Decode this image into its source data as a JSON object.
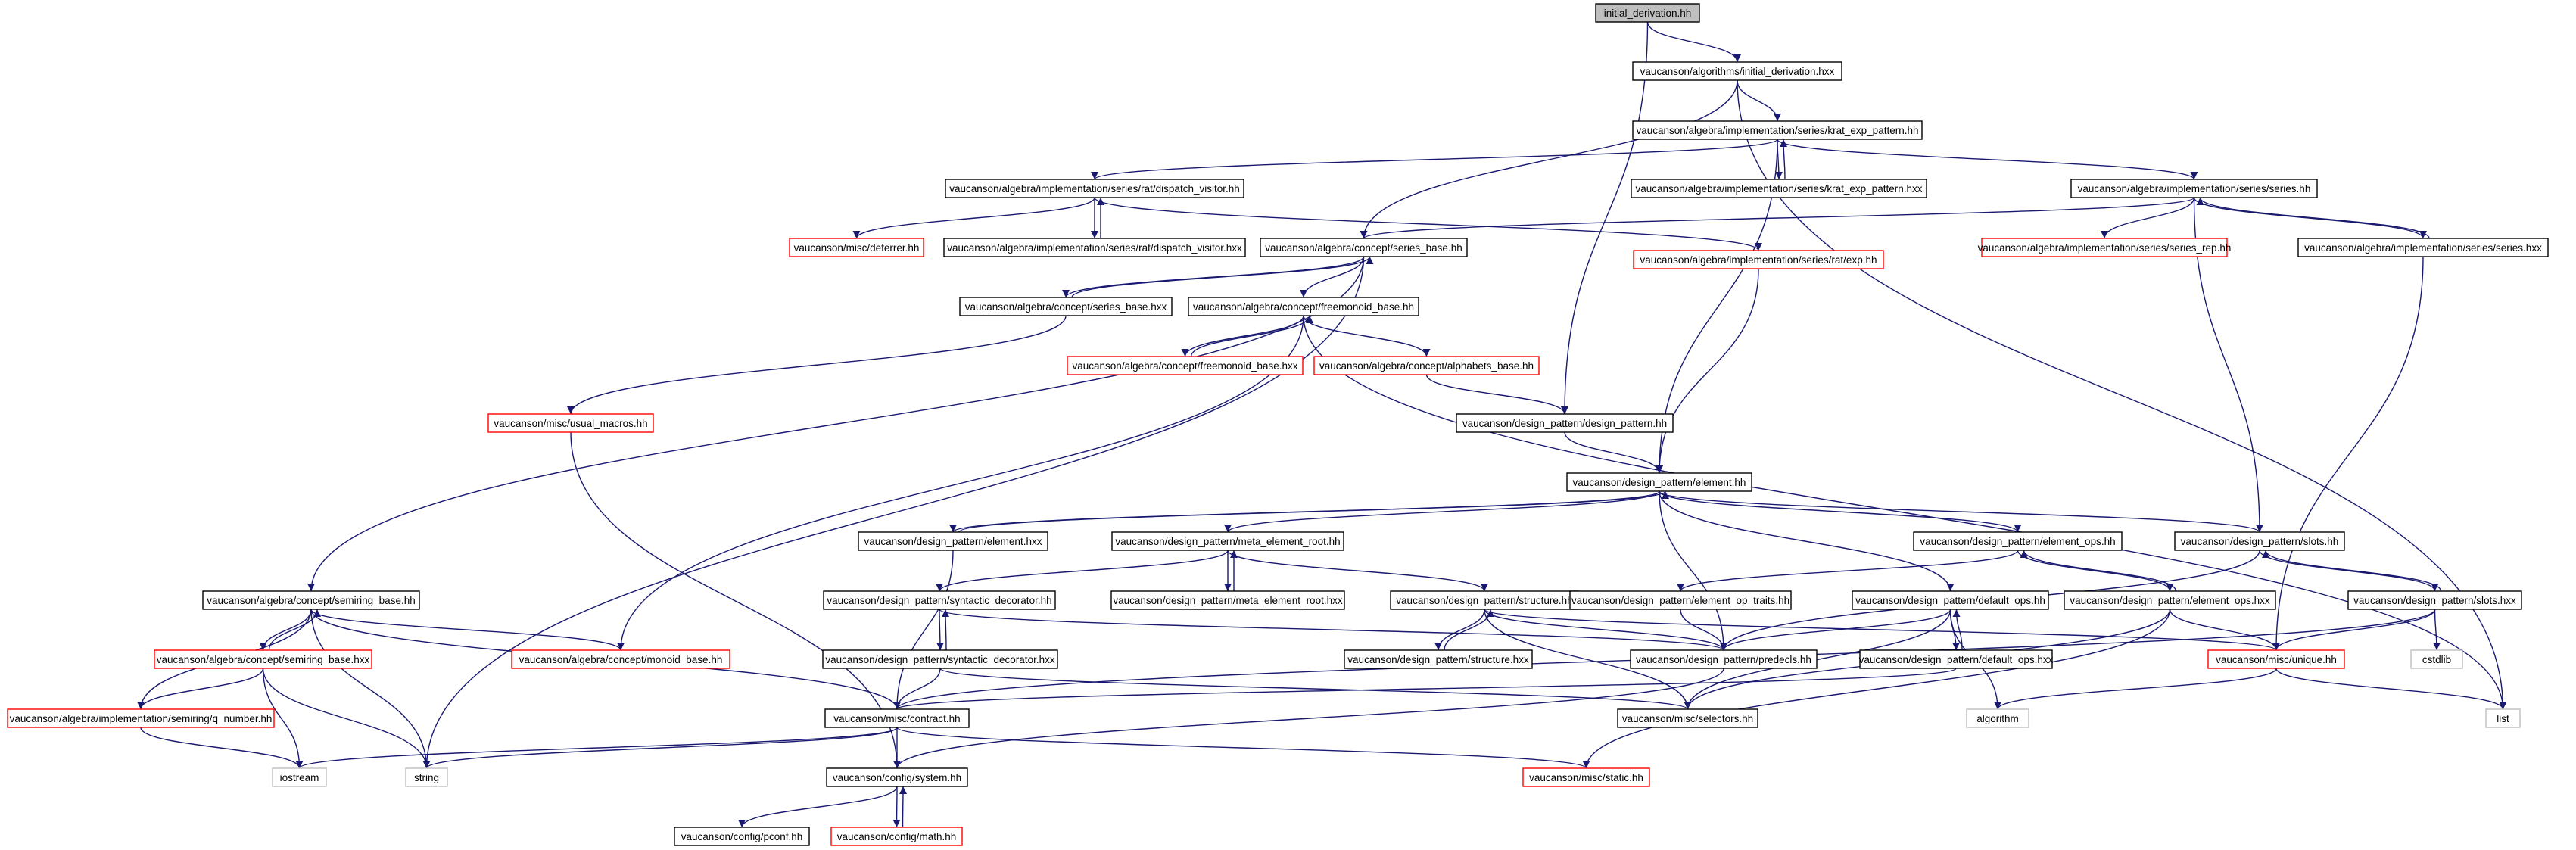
{
  "colors": {
    "edge": "#191970",
    "box_black": "#000000",
    "box_red": "#ff0000",
    "box_gray": "#bfbfbf",
    "root_fill": "#bfbfbf"
  },
  "nodes": [
    {
      "id": "root",
      "label": "initial_derivation.hh",
      "style": "root"
    },
    {
      "id": "alg_id_hxx",
      "label": "vaucanson/algorithms/initial_derivation.hxx",
      "style": "black"
    },
    {
      "id": "krat_hh",
      "label": "vaucanson/algebra/implementation/series/krat_exp_pattern.hh",
      "style": "black"
    },
    {
      "id": "krat_hxx",
      "label": "vaucanson/algebra/implementation/series/krat_exp_pattern.hxx",
      "style": "black"
    },
    {
      "id": "dispatch_hh",
      "label": "vaucanson/algebra/implementation/series/rat/dispatch_visitor.hh",
      "style": "black"
    },
    {
      "id": "series_impl_hh",
      "label": "vaucanson/algebra/implementation/series/series.hh",
      "style": "black"
    },
    {
      "id": "deferrer",
      "label": "vaucanson/misc/deferrer.hh",
      "style": "red"
    },
    {
      "id": "dispatch_hxx",
      "label": "vaucanson/algebra/implementation/series/rat/dispatch_visitor.hxx",
      "style": "black"
    },
    {
      "id": "series_base_hh",
      "label": "vaucanson/algebra/concept/series_base.hh",
      "style": "black"
    },
    {
      "id": "series_rep",
      "label": "vaucanson/algebra/implementation/series/series_rep.hh",
      "style": "red"
    },
    {
      "id": "series_impl_hxx",
      "label": "vaucanson/algebra/implementation/series/series.hxx",
      "style": "black"
    },
    {
      "id": "series_base_hxx",
      "label": "vaucanson/algebra/concept/series_base.hxx",
      "style": "black"
    },
    {
      "id": "freemonoid_hh",
      "label": "vaucanson/algebra/concept/freemonoid_base.hh",
      "style": "black"
    },
    {
      "id": "rat_exp",
      "label": "vaucanson/algebra/implementation/series/rat/exp.hh",
      "style": "red"
    },
    {
      "id": "freemonoid_hxx",
      "label": "vaucanson/algebra/concept/freemonoid_base.hxx",
      "style": "red"
    },
    {
      "id": "alphabets",
      "label": "vaucanson/algebra/concept/alphabets_base.hh",
      "style": "red"
    },
    {
      "id": "usual_macros",
      "label": "vaucanson/misc/usual_macros.hh",
      "style": "red"
    },
    {
      "id": "design_pattern_hh",
      "label": "vaucanson/design_pattern/design_pattern.hh",
      "style": "black"
    },
    {
      "id": "element_hh",
      "label": "vaucanson/design_pattern/element.hh",
      "style": "black"
    },
    {
      "id": "element_hxx",
      "label": "vaucanson/design_pattern/element.hxx",
      "style": "black"
    },
    {
      "id": "meta_root_hh",
      "label": "vaucanson/design_pattern/meta_element_root.hh",
      "style": "black"
    },
    {
      "id": "element_ops_hh",
      "label": "vaucanson/design_pattern/element_ops.hh",
      "style": "black"
    },
    {
      "id": "slots_hh",
      "label": "vaucanson/design_pattern/slots.hh",
      "style": "black"
    },
    {
      "id": "semiring_hh",
      "label": "vaucanson/algebra/concept/semiring_base.hh",
      "style": "black"
    },
    {
      "id": "syntactic_hh",
      "label": "vaucanson/design_pattern/syntactic_decorator.hh",
      "style": "black"
    },
    {
      "id": "meta_root_hxx",
      "label": "vaucanson/design_pattern/meta_element_root.hxx",
      "style": "black"
    },
    {
      "id": "structure_hh",
      "label": "vaucanson/design_pattern/structure.hh",
      "style": "black"
    },
    {
      "id": "op_traits",
      "label": "vaucanson/design_pattern/element_op_traits.hh",
      "style": "black"
    },
    {
      "id": "default_ops_hh",
      "label": "vaucanson/design_pattern/default_ops.hh",
      "style": "black"
    },
    {
      "id": "element_ops_hxx",
      "label": "vaucanson/design_pattern/element_ops.hxx",
      "style": "black"
    },
    {
      "id": "slots_hxx",
      "label": "vaucanson/design_pattern/slots.hxx",
      "style": "black"
    },
    {
      "id": "semiring_hxx",
      "label": "vaucanson/algebra/concept/semiring_base.hxx",
      "style": "red"
    },
    {
      "id": "monoid_base",
      "label": "vaucanson/algebra/concept/monoid_base.hh",
      "style": "red"
    },
    {
      "id": "syntactic_hxx",
      "label": "vaucanson/design_pattern/syntactic_decorator.hxx",
      "style": "black"
    },
    {
      "id": "structure_hxx",
      "label": "vaucanson/design_pattern/structure.hxx",
      "style": "black"
    },
    {
      "id": "predecls",
      "label": "vaucanson/design_pattern/predecls.hh",
      "style": "black"
    },
    {
      "id": "default_ops_hxx",
      "label": "vaucanson/design_pattern/default_ops.hxx",
      "style": "black"
    },
    {
      "id": "unique",
      "label": "vaucanson/misc/unique.hh",
      "style": "red"
    },
    {
      "id": "cstdlib",
      "label": "cstdlib",
      "style": "gray"
    },
    {
      "id": "q_number",
      "label": "vaucanson/algebra/implementation/semiring/q_number.hh",
      "style": "red"
    },
    {
      "id": "contract",
      "label": "vaucanson/misc/contract.hh",
      "style": "black"
    },
    {
      "id": "selectors",
      "label": "vaucanson/misc/selectors.hh",
      "style": "black"
    },
    {
      "id": "algorithm",
      "label": "algorithm",
      "style": "gray"
    },
    {
      "id": "list",
      "label": "list",
      "style": "gray"
    },
    {
      "id": "iostream",
      "label": "iostream",
      "style": "gray"
    },
    {
      "id": "string",
      "label": "string",
      "style": "gray"
    },
    {
      "id": "system",
      "label": "vaucanson/config/system.hh",
      "style": "black"
    },
    {
      "id": "static",
      "label": "vaucanson/misc/static.hh",
      "style": "red"
    },
    {
      "id": "pconf",
      "label": "vaucanson/config/pconf.hh",
      "style": "black"
    },
    {
      "id": "math",
      "label": "vaucanson/config/math.hh",
      "style": "red"
    }
  ],
  "edges": [
    [
      "root",
      "alg_id_hxx"
    ],
    [
      "root",
      "design_pattern_hh"
    ],
    [
      "alg_id_hxx",
      "krat_hh"
    ],
    [
      "alg_id_hxx",
      "series_base_hh"
    ],
    [
      "alg_id_hxx",
      "list"
    ],
    [
      "krat_hh",
      "krat_hxx"
    ],
    [
      "krat_hxx",
      "krat_hh"
    ],
    [
      "krat_hh",
      "dispatch_hh"
    ],
    [
      "krat_hh",
      "series_impl_hh"
    ],
    [
      "krat_hh",
      "element_hh"
    ],
    [
      "dispatch_hh",
      "deferrer"
    ],
    [
      "dispatch_hh",
      "dispatch_hxx"
    ],
    [
      "dispatch_hxx",
      "dispatch_hh"
    ],
    [
      "dispatch_hh",
      "rat_exp"
    ],
    [
      "series_impl_hh",
      "series_base_hh"
    ],
    [
      "series_impl_hh",
      "series_rep"
    ],
    [
      "series_impl_hh",
      "series_impl_hxx"
    ],
    [
      "series_impl_hxx",
      "series_impl_hh"
    ],
    [
      "series_impl_hh",
      "slots_hh"
    ],
    [
      "series_impl_hxx",
      "unique"
    ],
    [
      "series_base_hh",
      "series_base_hxx"
    ],
    [
      "series_base_hxx",
      "series_base_hh"
    ],
    [
      "series_base_hh",
      "freemonoid_hh"
    ],
    [
      "series_base_hh",
      "semiring_hh"
    ],
    [
      "series_base_hh",
      "string"
    ],
    [
      "series_base_hxx",
      "usual_macros"
    ],
    [
      "freemonoid_hh",
      "freemonoid_hxx"
    ],
    [
      "freemonoid_hxx",
      "freemonoid_hh"
    ],
    [
      "freemonoid_hh",
      "alphabets"
    ],
    [
      "freemonoid_hh",
      "monoid_base"
    ],
    [
      "freemonoid_hh",
      "list"
    ],
    [
      "rat_exp",
      "element_hh"
    ],
    [
      "alphabets",
      "design_pattern_hh"
    ],
    [
      "usual_macros",
      "system"
    ],
    [
      "design_pattern_hh",
      "element_hh"
    ],
    [
      "element_hh",
      "element_hxx"
    ],
    [
      "element_hxx",
      "element_hh"
    ],
    [
      "element_hh",
      "meta_root_hh"
    ],
    [
      "element_hh",
      "element_ops_hh"
    ],
    [
      "element_hh",
      "slots_hh"
    ],
    [
      "element_hh",
      "default_ops_hh"
    ],
    [
      "element_hh",
      "predecls"
    ],
    [
      "element_hxx",
      "contract"
    ],
    [
      "meta_root_hh",
      "meta_root_hxx"
    ],
    [
      "meta_root_hxx",
      "meta_root_hh"
    ],
    [
      "meta_root_hh",
      "syntactic_hh"
    ],
    [
      "meta_root_hh",
      "structure_hh"
    ],
    [
      "element_ops_hh",
      "op_traits"
    ],
    [
      "element_ops_hh",
      "element_ops_hxx"
    ],
    [
      "element_ops_hxx",
      "element_ops_hh"
    ],
    [
      "slots_hh",
      "predecls"
    ],
    [
      "slots_hh",
      "slots_hxx"
    ],
    [
      "slots_hxx",
      "slots_hh"
    ],
    [
      "semiring_hh",
      "semiring_hxx"
    ],
    [
      "semiring_hxx",
      "semiring_hh"
    ],
    [
      "semiring_hh",
      "monoid_base"
    ],
    [
      "semiring_hh",
      "q_number"
    ],
    [
      "semiring_hh",
      "contract"
    ],
    [
      "semiring_hh",
      "string"
    ],
    [
      "semiring_hxx",
      "q_number"
    ],
    [
      "semiring_hxx",
      "iostream"
    ],
    [
      "semiring_hxx",
      "string"
    ],
    [
      "syntactic_hh",
      "syntactic_hxx"
    ],
    [
      "syntactic_hxx",
      "syntactic_hh"
    ],
    [
      "syntactic_hh",
      "predecls"
    ],
    [
      "syntactic_hxx",
      "contract"
    ],
    [
      "syntactic_hxx",
      "selectors"
    ],
    [
      "structure_hh",
      "structure_hxx"
    ],
    [
      "structure_hxx",
      "structure_hh"
    ],
    [
      "structure_hh",
      "predecls"
    ],
    [
      "structure_hh",
      "unique"
    ],
    [
      "structure_hh",
      "selectors"
    ],
    [
      "op_traits",
      "predecls"
    ],
    [
      "default_ops_hh",
      "default_ops_hxx"
    ],
    [
      "default_ops_hxx",
      "default_ops_hh"
    ],
    [
      "default_ops_hh",
      "predecls"
    ],
    [
      "default_ops_hh",
      "selectors"
    ],
    [
      "default_ops_hh",
      "algorithm"
    ],
    [
      "default_ops_hxx",
      "contract"
    ],
    [
      "element_ops_hxx",
      "unique"
    ],
    [
      "element_ops_hxx",
      "selectors"
    ],
    [
      "element_ops_hxx",
      "static"
    ],
    [
      "slots_hxx",
      "unique"
    ],
    [
      "slots_hxx",
      "contract"
    ],
    [
      "slots_hxx",
      "cstdlib"
    ],
    [
      "predecls",
      "system"
    ],
    [
      "unique",
      "algorithm"
    ],
    [
      "unique",
      "list"
    ],
    [
      "q_number",
      "iostream"
    ],
    [
      "contract",
      "iostream"
    ],
    [
      "contract",
      "string"
    ],
    [
      "contract",
      "system"
    ],
    [
      "contract",
      "static"
    ],
    [
      "system",
      "pconf"
    ],
    [
      "system",
      "math"
    ],
    [
      "math",
      "system"
    ]
  ]
}
